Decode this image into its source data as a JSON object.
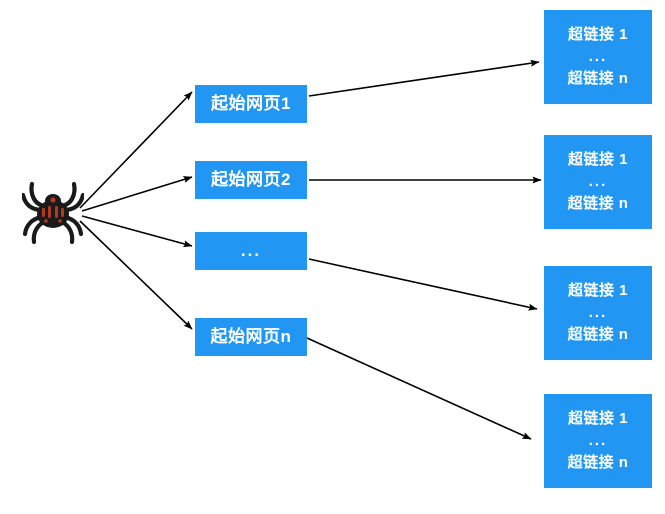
{
  "diagram": {
    "title": "web-crawler-spider-diagram",
    "colors": {
      "node_fill": "#2196f3",
      "node_text": "#ffffff",
      "edge": "#000000",
      "background": "#ffffff",
      "spider_body": "#1a1a1a",
      "spider_marking": "#b03a22"
    },
    "source": {
      "icon": "spider-icon",
      "label": ""
    },
    "seed_nodes": [
      {
        "label": "起始网页1"
      },
      {
        "label": "起始网页2"
      },
      {
        "label": "..."
      },
      {
        "label": "起始网页n"
      }
    ],
    "link_nodes": [
      {
        "line1": "超链接 1",
        "ellipsis": "...",
        "line2": "超链接 n"
      },
      {
        "line1": "超链接 1",
        "ellipsis": "...",
        "line2": "超链接 n"
      },
      {
        "line1": "超链接 1",
        "ellipsis": "...",
        "line2": "超链接 n"
      },
      {
        "line1": "超链接 1",
        "ellipsis": "...",
        "line2": "超链接 n"
      }
    ]
  }
}
